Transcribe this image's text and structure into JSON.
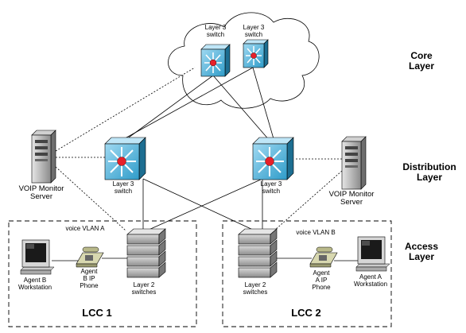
{
  "layers": {
    "core": [
      "Core",
      "Layer"
    ],
    "distribution": [
      "Distribution",
      "Layer"
    ],
    "access": [
      "Access",
      "Layer"
    ]
  },
  "core_switches": [
    {
      "line1": "Layer 3",
      "line2": "switch"
    },
    {
      "line1": "Layer 3",
      "line2": "switch"
    }
  ],
  "distribution_switches": [
    {
      "line1": "Layer 3",
      "line2": "switch"
    },
    {
      "line1": "Layer 3",
      "line2": "switch"
    }
  ],
  "servers": [
    {
      "line1": "VOIP Monitor",
      "line2": "Server"
    },
    {
      "line1": "VOIP Monitor",
      "line2": "Server"
    }
  ],
  "lcc1": {
    "title": "LCC 1",
    "vlan": "voice VLAN A",
    "workstation": [
      "Agent B",
      "Workstation"
    ],
    "phone": [
      "Agent",
      "B IP",
      "Phone"
    ],
    "switches": [
      "Layer 2",
      "switches"
    ]
  },
  "lcc2": {
    "title": "LCC 2",
    "vlan": "voice VLAN B",
    "workstation": [
      "Agent A",
      "Workstation"
    ],
    "phone": [
      "Agent",
      "A IP",
      "Phone"
    ],
    "switches": [
      "Layer 2",
      "switches"
    ]
  }
}
